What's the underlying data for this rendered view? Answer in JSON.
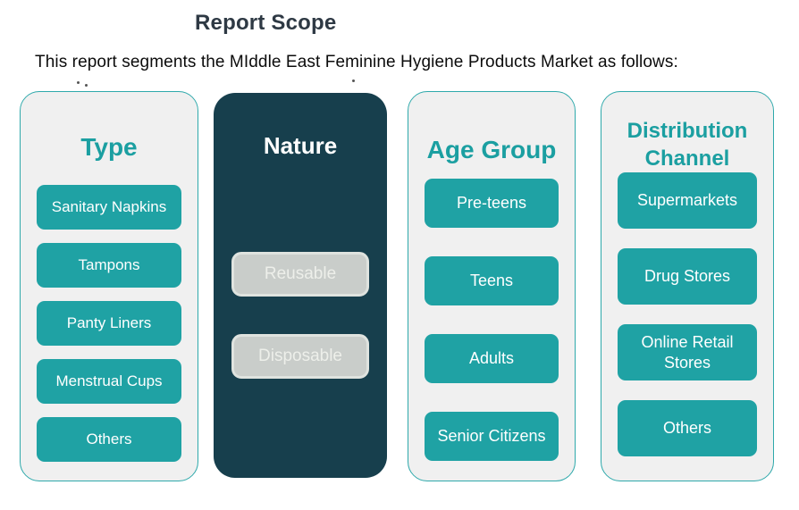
{
  "page": {
    "title": "Report Scope",
    "subtitle": "This report segments the MIddle East Feminine Hygiene Products Market as follows:"
  },
  "colors": {
    "title_text": "#2E3944",
    "subtitle_text": "#0c0c0c",
    "teal_accent": "#1FA2A4",
    "teal_heading": "#1B9FA1",
    "teal_border": "#2FA9AB",
    "light_panel_bg": "#F0F0F0",
    "dark_panel_bg": "#173F4D",
    "gray_chip_bg": "#C9CDCA",
    "gray_chip_border": "#DFE3DF",
    "gray_chip_text": "#EDEFEA",
    "chip_text": "#FFFFFF"
  },
  "columns": [
    {
      "heading": "Type",
      "items": [
        "Sanitary Napkins",
        "Tampons",
        "Panty Liners",
        "Menstrual Cups",
        "Others"
      ]
    },
    {
      "heading": "Nature",
      "items": [
        "Reusable",
        "Disposable"
      ]
    },
    {
      "heading": "Age Group",
      "items": [
        "Pre-teens",
        "Teens",
        "Adults",
        "Senior Citizens"
      ]
    },
    {
      "heading": "Distribution Channel",
      "items": [
        "Supermarkets",
        "Drug Stores",
        "Online Retail Stores",
        "Others"
      ]
    }
  ]
}
